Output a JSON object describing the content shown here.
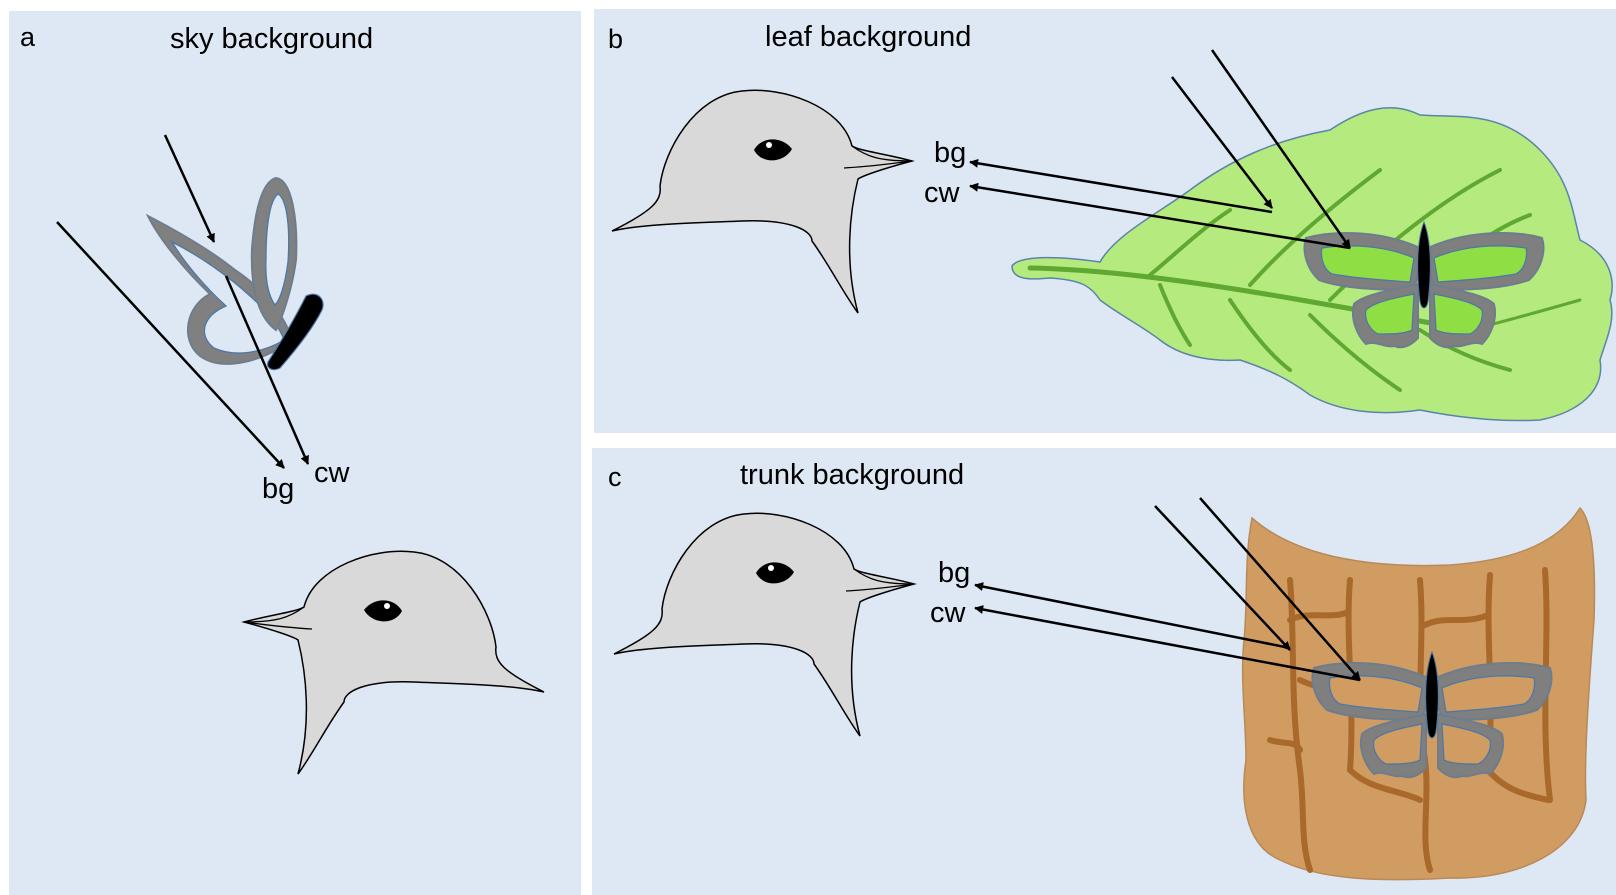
{
  "panels": {
    "a": {
      "letter": "a",
      "title": "sky background",
      "labels": {
        "bg": "bg",
        "cw": "cw"
      }
    },
    "b": {
      "letter": "b",
      "title": "leaf background",
      "labels": {
        "bg": "bg",
        "cw": "cw"
      }
    },
    "c": {
      "letter": "c",
      "title": "trunk background",
      "labels": {
        "bg": "bg",
        "cw": "cw"
      }
    }
  },
  "colors": {
    "panel_bg": "#dde8f4",
    "bird": "#d9d9d9",
    "wing_frame": "#808080",
    "wing_window_outline": "#4a78a8",
    "leaf": "#b4ea7e",
    "leaf_vein": "#5fa832",
    "bark": "#d09c62",
    "bark_crack": "#a8692b"
  },
  "icons": {
    "bird": "bird-head-icon",
    "butterfly": "clearwing-butterfly-icon",
    "leaf": "leaf-icon",
    "trunk": "tree-bark-icon"
  }
}
